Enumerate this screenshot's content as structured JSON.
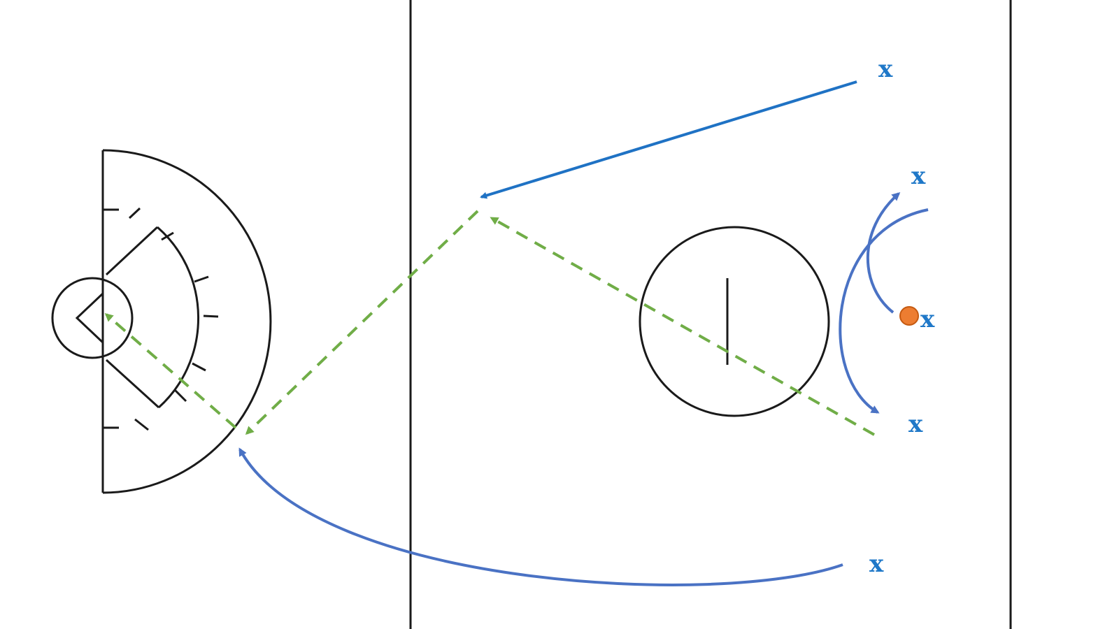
{
  "colors": {
    "field_lines": "#1a1a1a",
    "player": "#1f78c8",
    "run_arrow": "#4a72c4",
    "cut_arrow": "#1f72c4",
    "pass_arrow": "#70ad47",
    "ball": "#ed7d31"
  },
  "icons": {
    "ball": "ball-icon",
    "arrowhead": "arrowhead-icon"
  },
  "players": [
    {
      "id": "top",
      "label": "x"
    },
    {
      "id": "upper-wing",
      "label": "x"
    },
    {
      "id": "ball-carrier",
      "label": "x"
    },
    {
      "id": "lower-wing",
      "label": "x"
    },
    {
      "id": "bottom",
      "label": "x"
    }
  ]
}
